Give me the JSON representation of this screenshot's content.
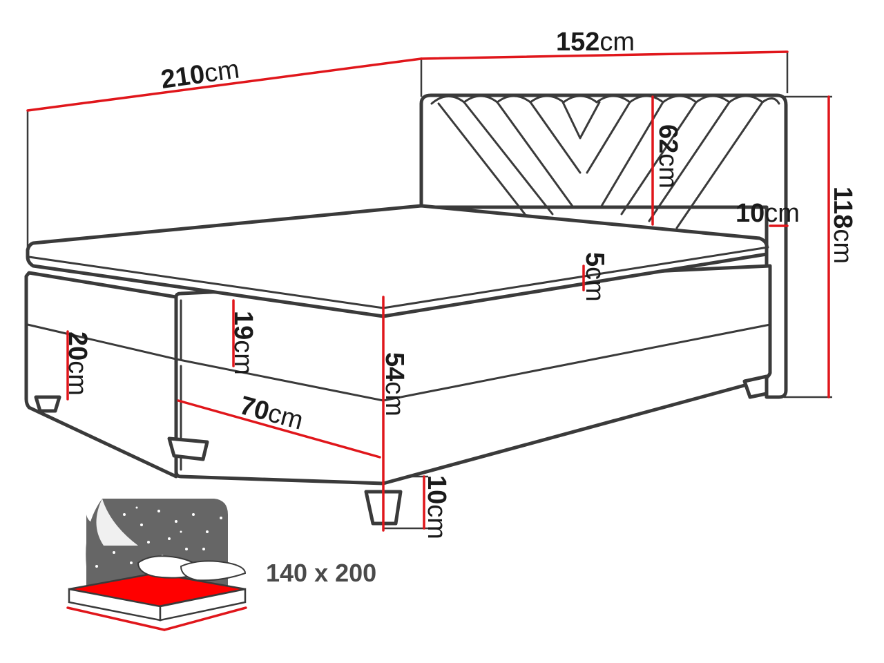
{
  "dimensions": {
    "length": {
      "value": "210",
      "unit": "cm"
    },
    "width": {
      "value": "152",
      "unit": "cm"
    },
    "total_height": {
      "value": "118",
      "unit": "cm"
    },
    "headboard_height": {
      "value": "62",
      "unit": "cm"
    },
    "headboard_thickness": {
      "value": "10",
      "unit": "cm"
    },
    "topper_height": {
      "value": "5",
      "unit": "cm"
    },
    "upper_box_height": {
      "value": "19",
      "unit": "cm"
    },
    "lower_box_height": {
      "value": "20",
      "unit": "cm"
    },
    "bed_height": {
      "value": "54",
      "unit": "cm"
    },
    "drawer_width": {
      "value": "70",
      "unit": "cm"
    },
    "leg_height": {
      "value": "10",
      "unit": "cm"
    }
  },
  "mattress_size": "140 x 200",
  "colors": {
    "dimension_line": "#e0161b",
    "outline": "#3a3a3a",
    "mattress": "#ff0000",
    "icon_background": "#666666"
  }
}
